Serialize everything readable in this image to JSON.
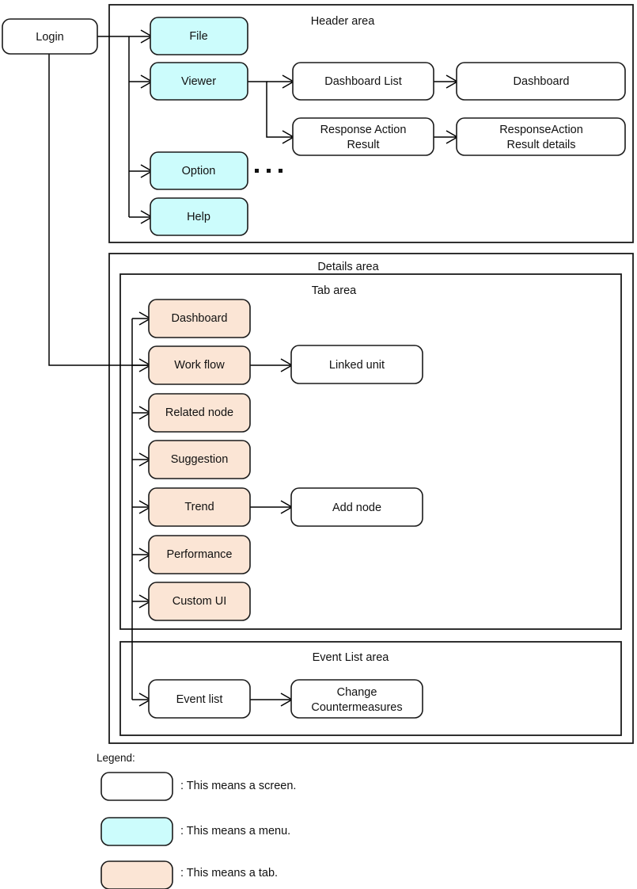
{
  "colors": {
    "screen_fill": "#ffffff",
    "menu_fill": "#ccfcfc",
    "tab_fill": "#fbe5d5",
    "stroke": "#1a1a1a",
    "text": "#111111"
  },
  "nodes": {
    "login": {
      "label": "Login",
      "type": "screen"
    },
    "menus": [
      {
        "label": "File",
        "type": "menu"
      },
      {
        "label": "Viewer",
        "type": "menu"
      },
      {
        "label": "Option",
        "type": "menu"
      },
      {
        "label": "Help",
        "type": "menu"
      }
    ],
    "header_screens": [
      {
        "label": "Dashboard List",
        "type": "screen"
      },
      {
        "label": "Dashboard",
        "type": "screen"
      },
      {
        "label_line1": "Response Action",
        "label_line2": "Result",
        "type": "screen"
      },
      {
        "label_line1": "ResponseAction",
        "label_line2": "Result details",
        "type": "screen"
      }
    ],
    "tabs": [
      {
        "label": "Dashboard",
        "type": "tab"
      },
      {
        "label": "Work flow",
        "type": "tab"
      },
      {
        "label": "Related node",
        "type": "tab"
      },
      {
        "label": "Suggestion",
        "type": "tab"
      },
      {
        "label": "Trend",
        "type": "tab"
      },
      {
        "label": "Performance",
        "type": "tab"
      },
      {
        "label": "Custom UI",
        "type": "tab"
      }
    ],
    "tab_screens": [
      {
        "label": "Linked unit",
        "type": "screen"
      },
      {
        "label": "Add node",
        "type": "screen"
      }
    ],
    "event_screens": [
      {
        "label": "Event list",
        "type": "screen"
      },
      {
        "label_line1": "Change",
        "label_line2": "Countermeasures",
        "type": "screen"
      }
    ]
  },
  "areas": {
    "header": "Header area",
    "details": "Details area",
    "tab": "Tab area",
    "event_list": "Event List area"
  },
  "ellipsis": "· · ·",
  "legend": {
    "title": "Legend:",
    "items": [
      {
        "swatch": "screen",
        "text": ": This means a screen."
      },
      {
        "swatch": "menu",
        "text": ": This means a menu."
      },
      {
        "swatch": "tab",
        "text": ": This means a tab."
      }
    ]
  }
}
